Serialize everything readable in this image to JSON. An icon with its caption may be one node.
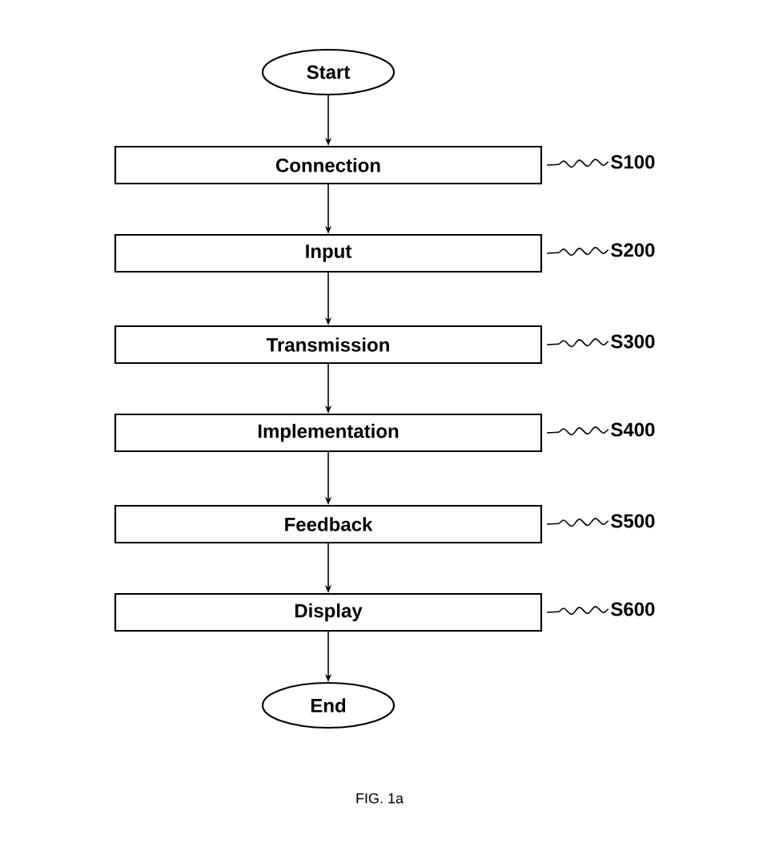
{
  "diagram": {
    "caption": "FIG. 1a",
    "nodes": [
      {
        "text": [
          "Start"
        ]
      },
      {
        "text": [
          "Connection"
        ]
      },
      {
        "text": [
          "Input"
        ]
      },
      {
        "text": [
          "Transmission"
        ]
      },
      {
        "text": [
          "Implementation"
        ]
      },
      {
        "text": [
          "Feedback"
        ]
      },
      {
        "text": [
          "Display"
        ]
      },
      {
        "text": [
          "End"
        ]
      },
      {
        "text": [
          "S100"
        ]
      },
      {
        "text": [
          "S200"
        ]
      },
      {
        "text": [
          "S300"
        ]
      },
      {
        "text": [
          "S400"
        ]
      },
      {
        "text": [
          "S500"
        ]
      },
      {
        "text": [
          "S600"
        ]
      }
    ],
    "edges": [
      {
        "from": 0,
        "to": 1,
        "arrow": "to"
      },
      {
        "from": 1,
        "to": 2,
        "arrow": "to"
      },
      {
        "from": 2,
        "to": 3,
        "arrow": "to"
      },
      {
        "from": 3,
        "to": 4,
        "arrow": "to"
      },
      {
        "from": 4,
        "to": 5,
        "arrow": "to"
      },
      {
        "from": 5,
        "to": 6,
        "arrow": "to"
      },
      {
        "from": 6,
        "to": 7,
        "arrow": "to"
      },
      {
        "from": 8,
        "to": 1,
        "arrow": "none"
      },
      {
        "from": 9,
        "to": 2,
        "arrow": "none"
      },
      {
        "from": 10,
        "to": 3,
        "arrow": "none"
      },
      {
        "from": 11,
        "to": 4,
        "arrow": "none"
      },
      {
        "from": 12,
        "to": 5,
        "arrow": "none"
      },
      {
        "from": 13,
        "to": 6,
        "arrow": "none"
      }
    ]
  }
}
